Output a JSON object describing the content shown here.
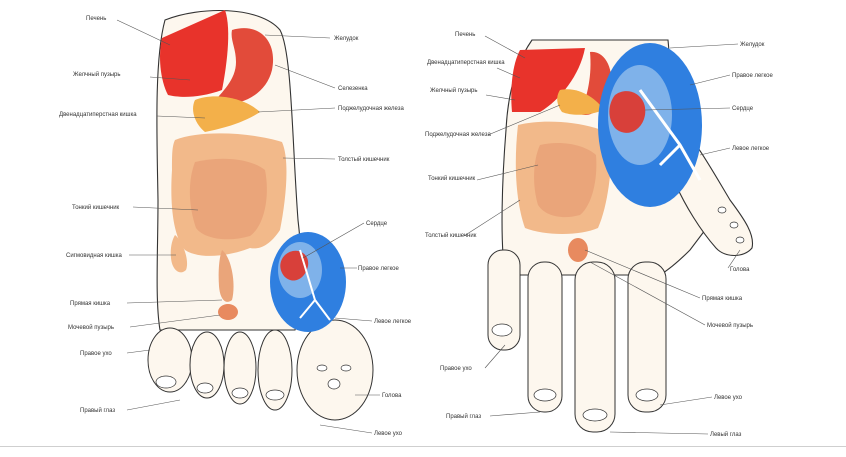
{
  "colors": {
    "liver": "#e8332b",
    "stomach": "#e24b3a",
    "pancreas": "#f3b04a",
    "intestine": "#f2b98a",
    "lung": "#2f7fe0",
    "heart": "#d8403a",
    "outline": "#333333"
  },
  "foot": {
    "labels": {
      "liver": "Печень",
      "stomach": "Желудок",
      "gallbladder": "Желчный пузырь",
      "spleen": "Селезенка",
      "duodenum": "Двенадцатиперстная кишка",
      "pancreas": "Поджелудочная железа",
      "large_intestine": "Толстый кишечник",
      "small_intestine": "Тонкий кишечник",
      "heart": "Сердце",
      "sigmoid": "Сигмовидная кишка",
      "left_lung": "Правое легкое",
      "rectum": "Прямая кишка",
      "bladder": "Мочевой пузырь",
      "right_lung": "Левое легкое",
      "right_ear": "Правое ухо",
      "head": "Голова",
      "right_eye": "Правый глаз",
      "left_ear": "Левое ухо"
    }
  },
  "hand": {
    "labels": {
      "liver": "Печень",
      "stomach": "Желудок",
      "duodenum": "Двенадцатиперстная кишка",
      "right_lung": "Правое легкое",
      "gallbladder": "Желчный пузырь",
      "heart": "Сердце",
      "pancreas": "Поджелудочная железа",
      "left_lung": "Левое легкое",
      "small_intestine": "Тонкий кишечник",
      "large_intestine": "Толстый кишечник",
      "head": "Голова",
      "rectum": "Прямая кишка",
      "bladder": "Мочевой пузырь",
      "right_ear": "Правое ухо",
      "left_ear": "Левое ухо",
      "right_eye": "Правый глаз",
      "left_eye": "Левый глаз"
    }
  }
}
